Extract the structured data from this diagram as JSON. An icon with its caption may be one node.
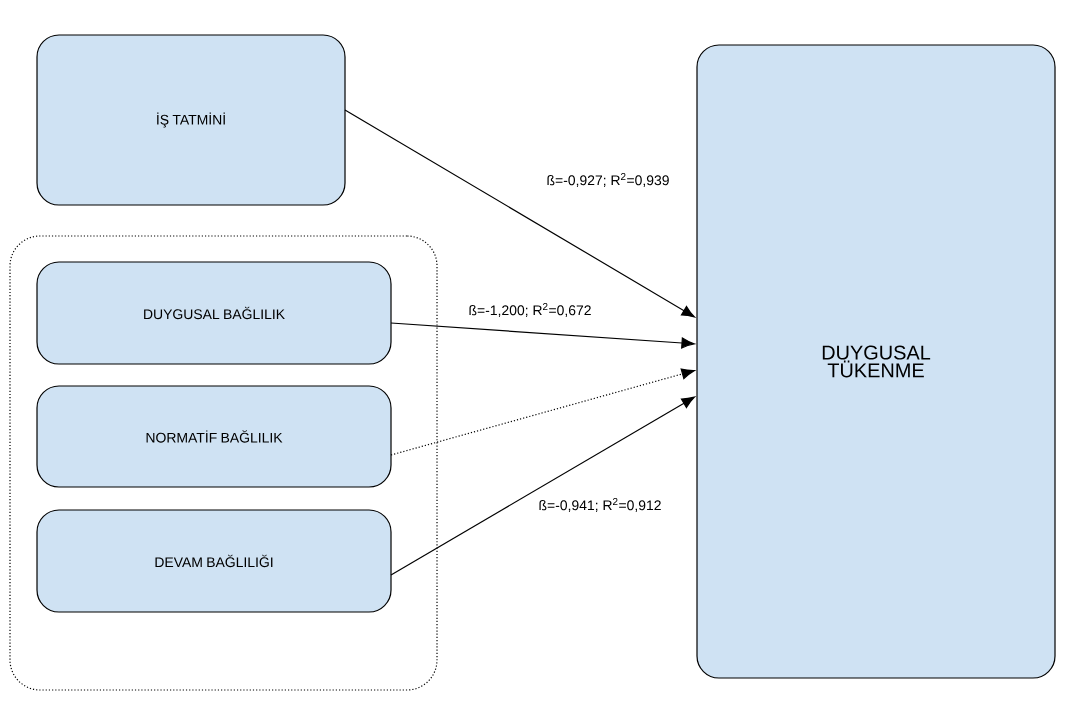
{
  "diagram": {
    "nodes": [
      {
        "text": [
          "İŞ TATMİNİ"
        ]
      },
      {
        "text": [],
        "shape": "box"
      },
      {
        "text": [
          "DUYGUSAL BAĞLILIK"
        ],
        "in": 1
      },
      {
        "text": [
          "NORMATİF BAĞLILIK"
        ],
        "in": 1
      },
      {
        "text": [
          "DEVAM BAĞLILIĞI"
        ],
        "in": 1
      },
      {
        "text": [
          "DUYGUSAL TÜKENME"
        ]
      }
    ],
    "edges": [
      {
        "from": 0,
        "to": 5,
        "arrow": "to",
        "label": "ß=-0,927; R$^{2}$=0,939"
      },
      {
        "from": 2,
        "to": 5,
        "arrow": "to",
        "label": "ß=-1,200; R$^{2}$=0,672"
      },
      {
        "from": 3,
        "to": 5,
        "arrow": "to",
        "style": "dashed"
      },
      {
        "from": 4,
        "to": 5,
        "arrow": "to",
        "label": "ß=-0,941; R$^{2}$=0,912"
      }
    ]
  }
}
